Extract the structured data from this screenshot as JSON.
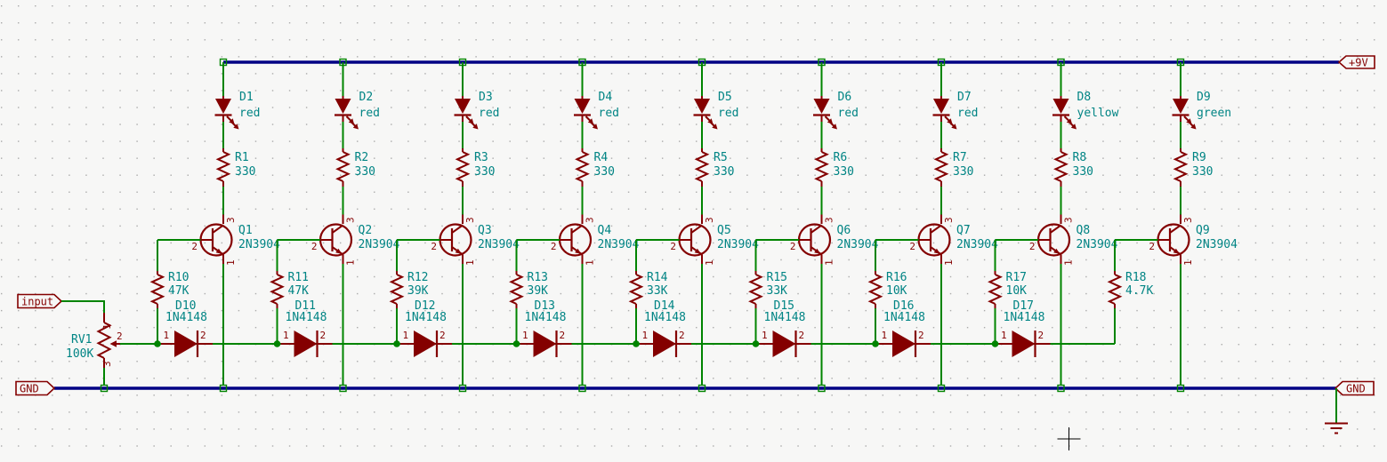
{
  "labels": {
    "input": "input",
    "gnd_left": "GND",
    "gnd_right": "GND",
    "rail": "+9V"
  },
  "colors": {
    "wire": "#008400",
    "bus": "#000084",
    "symbol": "#840000",
    "field_text": "#008484",
    "pin_number": "#840000",
    "background": "#f7f7f6"
  },
  "potentiometer": {
    "ref": "RV1",
    "value": "100K",
    "pin1": "1",
    "pin2": "2",
    "pin3": "3"
  },
  "transistor_pins": {
    "base": "2",
    "collector": "3",
    "emitter": "1"
  },
  "diode_pins": {
    "anode": "1",
    "cathode": "2"
  },
  "stages": [
    {
      "led": {
        "ref": "D1",
        "value": "red"
      },
      "resistor": {
        "ref": "R1",
        "value": "330"
      },
      "transistor": {
        "ref": "Q1",
        "value": "2N3904"
      },
      "base_resistor": {
        "ref": "R10",
        "value": "47K"
      },
      "diode": {
        "ref": "D10",
        "value": "1N4148"
      }
    },
    {
      "led": {
        "ref": "D2",
        "value": "red"
      },
      "resistor": {
        "ref": "R2",
        "value": "330"
      },
      "transistor": {
        "ref": "Q2",
        "value": "2N3904"
      },
      "base_resistor": {
        "ref": "R11",
        "value": "47K"
      },
      "diode": {
        "ref": "D11",
        "value": "1N4148"
      }
    },
    {
      "led": {
        "ref": "D3",
        "value": "red"
      },
      "resistor": {
        "ref": "R3",
        "value": "330"
      },
      "transistor": {
        "ref": "Q3",
        "value": "2N3904"
      },
      "base_resistor": {
        "ref": "R12",
        "value": "39K"
      },
      "diode": {
        "ref": "D12",
        "value": "1N4148"
      }
    },
    {
      "led": {
        "ref": "D4",
        "value": "red"
      },
      "resistor": {
        "ref": "R4",
        "value": "330"
      },
      "transistor": {
        "ref": "Q4",
        "value": "2N3904"
      },
      "base_resistor": {
        "ref": "R13",
        "value": "39K"
      },
      "diode": {
        "ref": "D13",
        "value": "1N4148"
      }
    },
    {
      "led": {
        "ref": "D5",
        "value": "red"
      },
      "resistor": {
        "ref": "R5",
        "value": "330"
      },
      "transistor": {
        "ref": "Q5",
        "value": "2N3904"
      },
      "base_resistor": {
        "ref": "R14",
        "value": "33K"
      },
      "diode": {
        "ref": "D14",
        "value": "1N4148"
      }
    },
    {
      "led": {
        "ref": "D6",
        "value": "red"
      },
      "resistor": {
        "ref": "R6",
        "value": "330"
      },
      "transistor": {
        "ref": "Q6",
        "value": "2N3904"
      },
      "base_resistor": {
        "ref": "R15",
        "value": "33K"
      },
      "diode": {
        "ref": "D15",
        "value": "1N4148"
      }
    },
    {
      "led": {
        "ref": "D7",
        "value": "red"
      },
      "resistor": {
        "ref": "R7",
        "value": "330"
      },
      "transistor": {
        "ref": "Q7",
        "value": "2N3904"
      },
      "base_resistor": {
        "ref": "R16",
        "value": "10K"
      },
      "diode": {
        "ref": "D16",
        "value": "1N4148"
      }
    },
    {
      "led": {
        "ref": "D8",
        "value": "yellow"
      },
      "resistor": {
        "ref": "R8",
        "value": "330"
      },
      "transistor": {
        "ref": "Q8",
        "value": "2N3904"
      },
      "base_resistor": {
        "ref": "R17",
        "value": "10K"
      },
      "diode": {
        "ref": "D17",
        "value": "1N4148"
      }
    },
    {
      "led": {
        "ref": "D9",
        "value": "green"
      },
      "resistor": {
        "ref": "R9",
        "value": "330"
      },
      "transistor": {
        "ref": "Q9",
        "value": "2N3904"
      },
      "base_resistor": {
        "ref": "R18",
        "value": "4.7K"
      },
      "diode": null
    }
  ]
}
